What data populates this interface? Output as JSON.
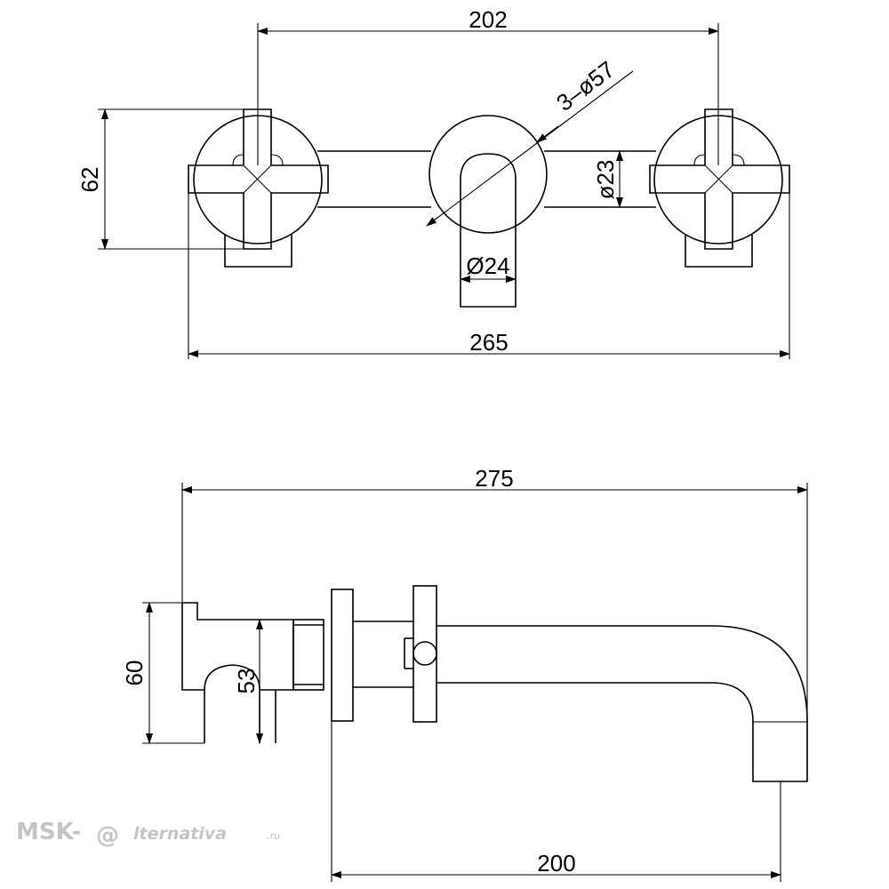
{
  "top_view": {
    "dim_handle_spacing": "202",
    "dim_escutcheon_diameter": "3–ø57",
    "dim_height": "62",
    "dim_pipe_diameter": "ø23",
    "dim_spout_diameter": "Ø24",
    "dim_overall_width": "265"
  },
  "side_view": {
    "dim_overall_length": "275",
    "dim_height": "60",
    "dim_body_height": "53",
    "dim_spout_reach": "200"
  },
  "watermark": {
    "prefix": "MSK-",
    "at_symbol": "@",
    "suffix": "lternativa",
    "tld": ".ru"
  }
}
